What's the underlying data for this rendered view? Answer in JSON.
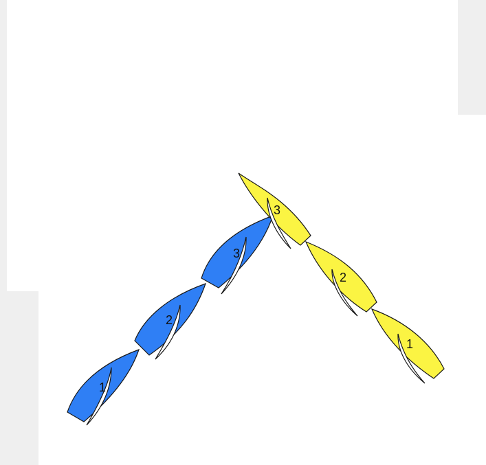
{
  "colors": {
    "background": "#efefef",
    "panel": "#ffffff",
    "outline": "#1a1a1a",
    "sail": "#ffffff"
  },
  "fleets": [
    {
      "name": "blue",
      "color": "#2f7ff5",
      "boats": [
        {
          "label": "1"
        },
        {
          "label": "2"
        },
        {
          "label": "3"
        }
      ]
    },
    {
      "name": "yellow",
      "color": "#fbf443",
      "boats": [
        {
          "label": "1"
        },
        {
          "label": "2"
        },
        {
          "label": "3"
        }
      ]
    }
  ]
}
